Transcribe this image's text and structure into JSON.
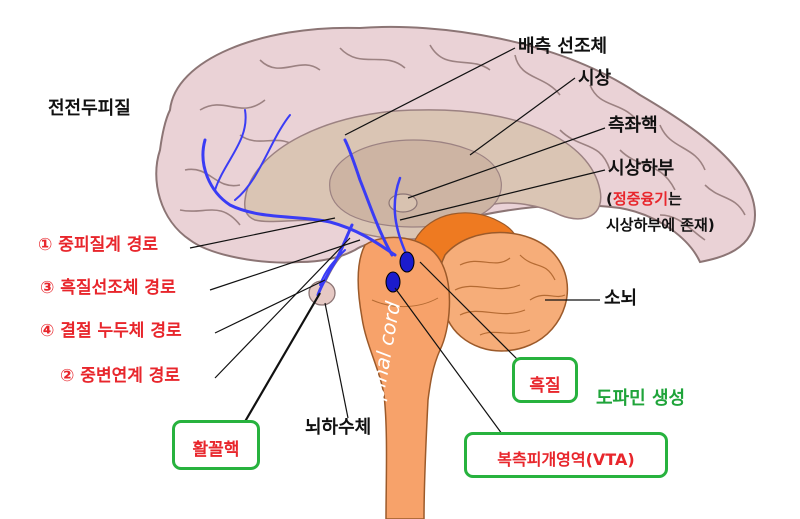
{
  "labels": {
    "striatum": "배측 선조체",
    "thalamus": "시상",
    "nucleus_accumbens": "측좌핵",
    "hypothalamus": "시상하부",
    "hypothalamus_note_open": "(",
    "hypothalamus_note_red": "정중융기",
    "hypothalamus_note_rest": "는",
    "hypothalamus_note_line2": "시상하부에 존재)",
    "prefrontal_cortex": "전전두피질",
    "mesocortical": "① 중피질계 경로",
    "nigrostriatal": "③ 흑질선조체 경로",
    "tuberoinfundibular": "④ 결절 누두체 경로",
    "mesolimbic": "② 중변연계 경로",
    "cerebellum": "소뇌",
    "substantia_nigra": "흑질",
    "dopamine_production": "도파민 생성",
    "arcuate_nucleus": "활꼴핵",
    "pituitary": "뇌하수체",
    "vta": "복측피개영역(VTA)",
    "spinal_cord": "Spinal cord"
  },
  "colors": {
    "cortex": "#ead2d6",
    "cortex_outline": "#8c7575",
    "inner": "#dac5b4",
    "brainstem": "#f7a26a",
    "cerebellum_inner": "#f6ad79",
    "cerebellum_dark": "#ee7a21",
    "pathway": "#3a3cf5",
    "label_red": "#e8262c",
    "label_green": "#1fa43a",
    "box_green": "#27b23e"
  }
}
